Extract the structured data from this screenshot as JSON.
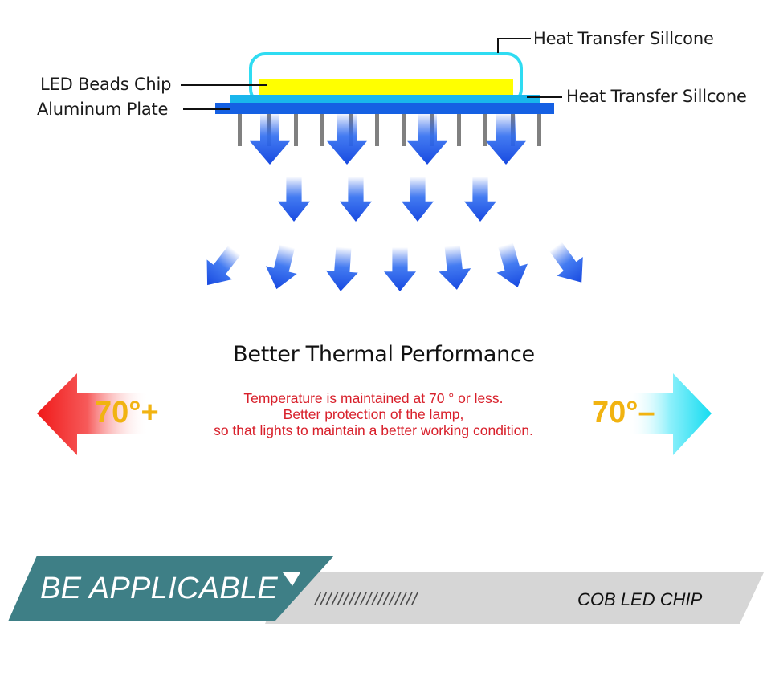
{
  "labels": {
    "heat_transfer_top": "Heat Transfer Sillcone",
    "heat_transfer_right": "Heat Transfer Sillcone",
    "led_beads_chip": "LED Beads Chip",
    "aluminum_plate": "Aluminum Plate"
  },
  "performance": {
    "title": "Better Thermal Performance",
    "lines": [
      "Temperature is maintained at 70 ° or less.",
      "Better protection of the lamp,",
      "so that lights to maintain a better working condition."
    ],
    "hot_label": "70°+",
    "cool_label": "70°–"
  },
  "banner": {
    "left_label": "BE APPLICABLE",
    "slashes": "//////////////////",
    "right_label": "COB LED CHIP"
  },
  "colors": {
    "silicone_outline": "#2fdcf2",
    "chip": "#ffff00",
    "silicone_layer": "#19b6ec",
    "aluminum_plate": "#1560e3",
    "fins": "#808080",
    "arrow_blue": "#1f59e8",
    "arrow_red": "#f01818",
    "arrow_cyan": "#18dcf0",
    "temp_text": "#f1b311",
    "red_text": "#d8202b",
    "banner_teal": "#3e7f86",
    "banner_gray": "#d6d6d6"
  },
  "icons": {
    "hot_arrow": "left-arrow-red",
    "cool_arrow": "right-arrow-cyan",
    "flow_arrows": "down-arrow-blue"
  }
}
